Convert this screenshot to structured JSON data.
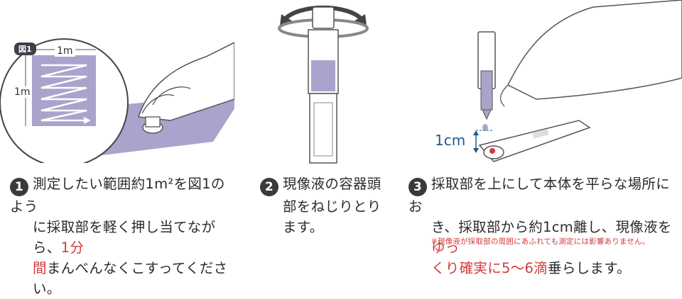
{
  "step1": {
    "number": "1",
    "fig_label": "図1",
    "dim_width": "1m",
    "dim_height": "1m",
    "line1": "測定したい範囲約1m²を図1のよう",
    "line2a": "に採取部を軽く押し当てながら、",
    "line2b": "1分",
    "line3a": "間",
    "line3b": "まんべんなくこすってください。"
  },
  "step2": {
    "number": "2",
    "line1": "現像液の容器頭",
    "line2": "部をねじりとり",
    "line3": "ます。"
  },
  "step3": {
    "number": "3",
    "line1": "採取部を上にして本体を平らな場所にお",
    "line2a": "き、採取部から約1cm離し、現像液を",
    "line2b": "ゆっ",
    "line3a": "くり確実に5〜6滴",
    "line3b": "垂らします。",
    "note": "※現像液が採取部の周囲にあふれても測定には影響ありません。",
    "distance_label": "1cm"
  },
  "colors": {
    "lavender": "#a9a4cc",
    "accent_red": "#d33a3a",
    "blue": "#1f5a8a",
    "dark": "#3a3a3a"
  }
}
